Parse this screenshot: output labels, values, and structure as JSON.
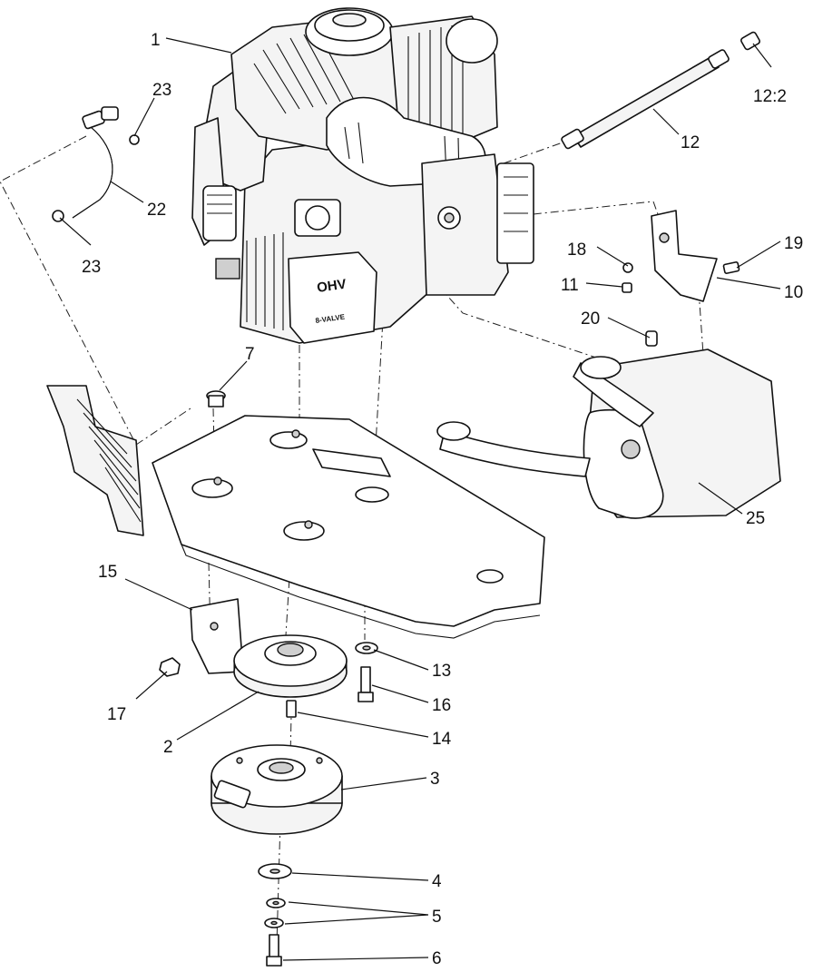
{
  "diagram": {
    "engine_stamp": "OHV",
    "valve_stamp": "8-VALVE",
    "callouts": [
      {
        "id": "c1",
        "label": "1"
      },
      {
        "id": "c23a",
        "label": "23"
      },
      {
        "id": "c22",
        "label": "22"
      },
      {
        "id": "c23b",
        "label": "23"
      },
      {
        "id": "c12b",
        "label": "12:2"
      },
      {
        "id": "c12",
        "label": "12"
      },
      {
        "id": "c18",
        "label": "18"
      },
      {
        "id": "c19",
        "label": "19"
      },
      {
        "id": "c11",
        "label": "11"
      },
      {
        "id": "c10",
        "label": "10"
      },
      {
        "id": "c20",
        "label": "20"
      },
      {
        "id": "c7",
        "label": "7"
      },
      {
        "id": "c25",
        "label": "25"
      },
      {
        "id": "c15",
        "label": "15"
      },
      {
        "id": "c13",
        "label": "13"
      },
      {
        "id": "c17",
        "label": "17"
      },
      {
        "id": "c16",
        "label": "16"
      },
      {
        "id": "c2",
        "label": "2"
      },
      {
        "id": "c14",
        "label": "14"
      },
      {
        "id": "c3",
        "label": "3"
      },
      {
        "id": "c4",
        "label": "4"
      },
      {
        "id": "c5",
        "label": "5"
      },
      {
        "id": "c6",
        "label": "6"
      }
    ]
  }
}
